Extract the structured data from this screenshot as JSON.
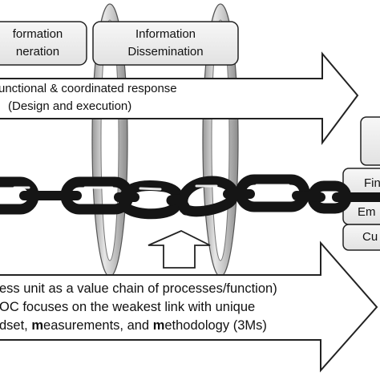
{
  "boxes": {
    "generation": {
      "line1": "formation",
      "line2": "neration"
    },
    "dissemination": {
      "line1": "Information",
      "line2": "Dissemination"
    }
  },
  "upper_arrow": {
    "line1": "unctional & coordinated response",
    "line2": "(Design and execution)"
  },
  "lower_arrow": {
    "line1": "ess unit as a value chain of processes/function)",
    "line2": "OC focuses on the weakest link with unique",
    "line3_pre": "dset, ",
    "line3_m1": "m",
    "line3_mid1": "easurements, and ",
    "line3_m2": "m",
    "line3_rest": "ethodology (3Ms)"
  },
  "side_items": {
    "item1": "Fin",
    "item2": "Em",
    "item3": "Cu"
  },
  "colors": {
    "fill": "#ffffff",
    "box_fill": "#efefef",
    "stroke": "#222222",
    "chain": "#151515",
    "ring": "#b8b8b8"
  }
}
